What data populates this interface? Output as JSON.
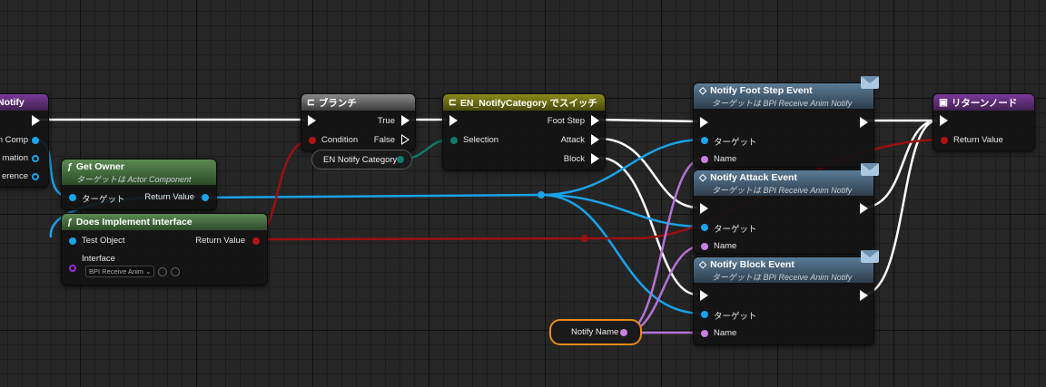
{
  "nodes": {
    "notify_event": {
      "title": "Notify",
      "pins": [
        "n Comp",
        "mation",
        "erence"
      ]
    },
    "get_owner": {
      "title": "Get Owner",
      "subtitle": "ターゲットは Actor Component",
      "in_target": "ターゲット",
      "out_return": "Return Value"
    },
    "does_implement": {
      "title": "Does Implement Interface",
      "in_test_object": "Test Object",
      "in_interface": "Interface",
      "interface_value": "BPI Receive Anim",
      "out_return": "Return Value"
    },
    "branch": {
      "title": "ブランチ",
      "in_condition": "Condition",
      "out_true": "True",
      "out_false": "False"
    },
    "en_notify_category": {
      "label": "EN Notify Category"
    },
    "switch": {
      "title": "EN_NotifyCategory でスイッチ",
      "in_selection": "Selection",
      "out_foot_step": "Foot Step",
      "out_attack": "Attack",
      "out_block": "Block"
    },
    "foot_step_event": {
      "title": "Notify Foot Step Event",
      "subtitle": "ターゲットは BPI Receive Anim Notify",
      "in_target": "ターゲット",
      "in_name": "Name"
    },
    "attack_event": {
      "title": "Notify Attack Event",
      "subtitle": "ターゲットは BPI Receive Anim Notify",
      "in_target": "ターゲット",
      "in_name": "Name"
    },
    "block_event": {
      "title": "Notify Block Event",
      "subtitle": "ターゲットは BPI Receive Anim Notify",
      "in_target": "ターゲット",
      "in_name": "Name"
    },
    "notify_name": {
      "label": "Notify Name"
    },
    "return_node": {
      "title": "リターンノード",
      "in_return": "Return Value"
    }
  },
  "colors": {
    "exec": "#ffffff",
    "object": "#1aa3e8",
    "boolean": "#b01414",
    "enum": "#0f7a6a",
    "name": "#c77fe0",
    "selected": "#e68a1a"
  }
}
